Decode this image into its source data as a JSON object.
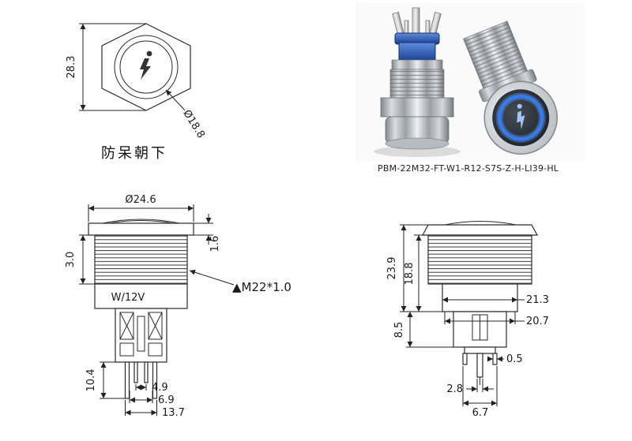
{
  "front_view": {
    "height": "28.3",
    "diameter": "Ø18.8",
    "caption": "防呆朝下"
  },
  "product": {
    "part_number": "PBM-22M32-FT-W1-R12-S7S-Z-H-LI39-HL"
  },
  "left_view": {
    "cap_diameter": "Ø24.6",
    "thread_height": "3.0",
    "cap_thickness": "1.6",
    "marking": "W/12V",
    "thread_spec": "▲M22*1.0",
    "pin_length": "10.4",
    "dim_inner": "4.9",
    "dim_mid": "6.9",
    "dim_outer": "13.7"
  },
  "right_view": {
    "overall_height": "23.9",
    "thread_length": "18.8",
    "width_a": "21.3",
    "width_b": "20.7",
    "housing_height": "8.5",
    "pin_thickness": "0.5",
    "pin_width": "2.8",
    "pin_span": "6.7"
  }
}
